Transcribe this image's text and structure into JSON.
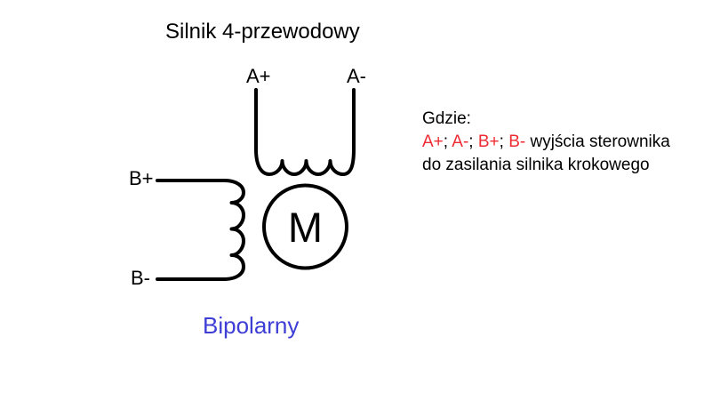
{
  "title": "Silnik 4-przewodowy",
  "diagram": {
    "terminal_a_plus": "A+",
    "terminal_a_minus": "A-",
    "terminal_b_plus": "B+",
    "terminal_b_minus": "B-",
    "motor_label": "M",
    "motor_type_label": "Bipolarny"
  },
  "legend": {
    "heading": "Gdzie:",
    "terms": [
      "A+",
      "A-",
      "B+",
      "B-"
    ],
    "separator": "; ",
    "description_inline": " wyjścia sterownika",
    "description_line2": "do zasilania silnika krokowego"
  },
  "colors": {
    "line": "#000000",
    "terminal_red": "#ee2a33",
    "type_blue": "#3e3ed6"
  }
}
